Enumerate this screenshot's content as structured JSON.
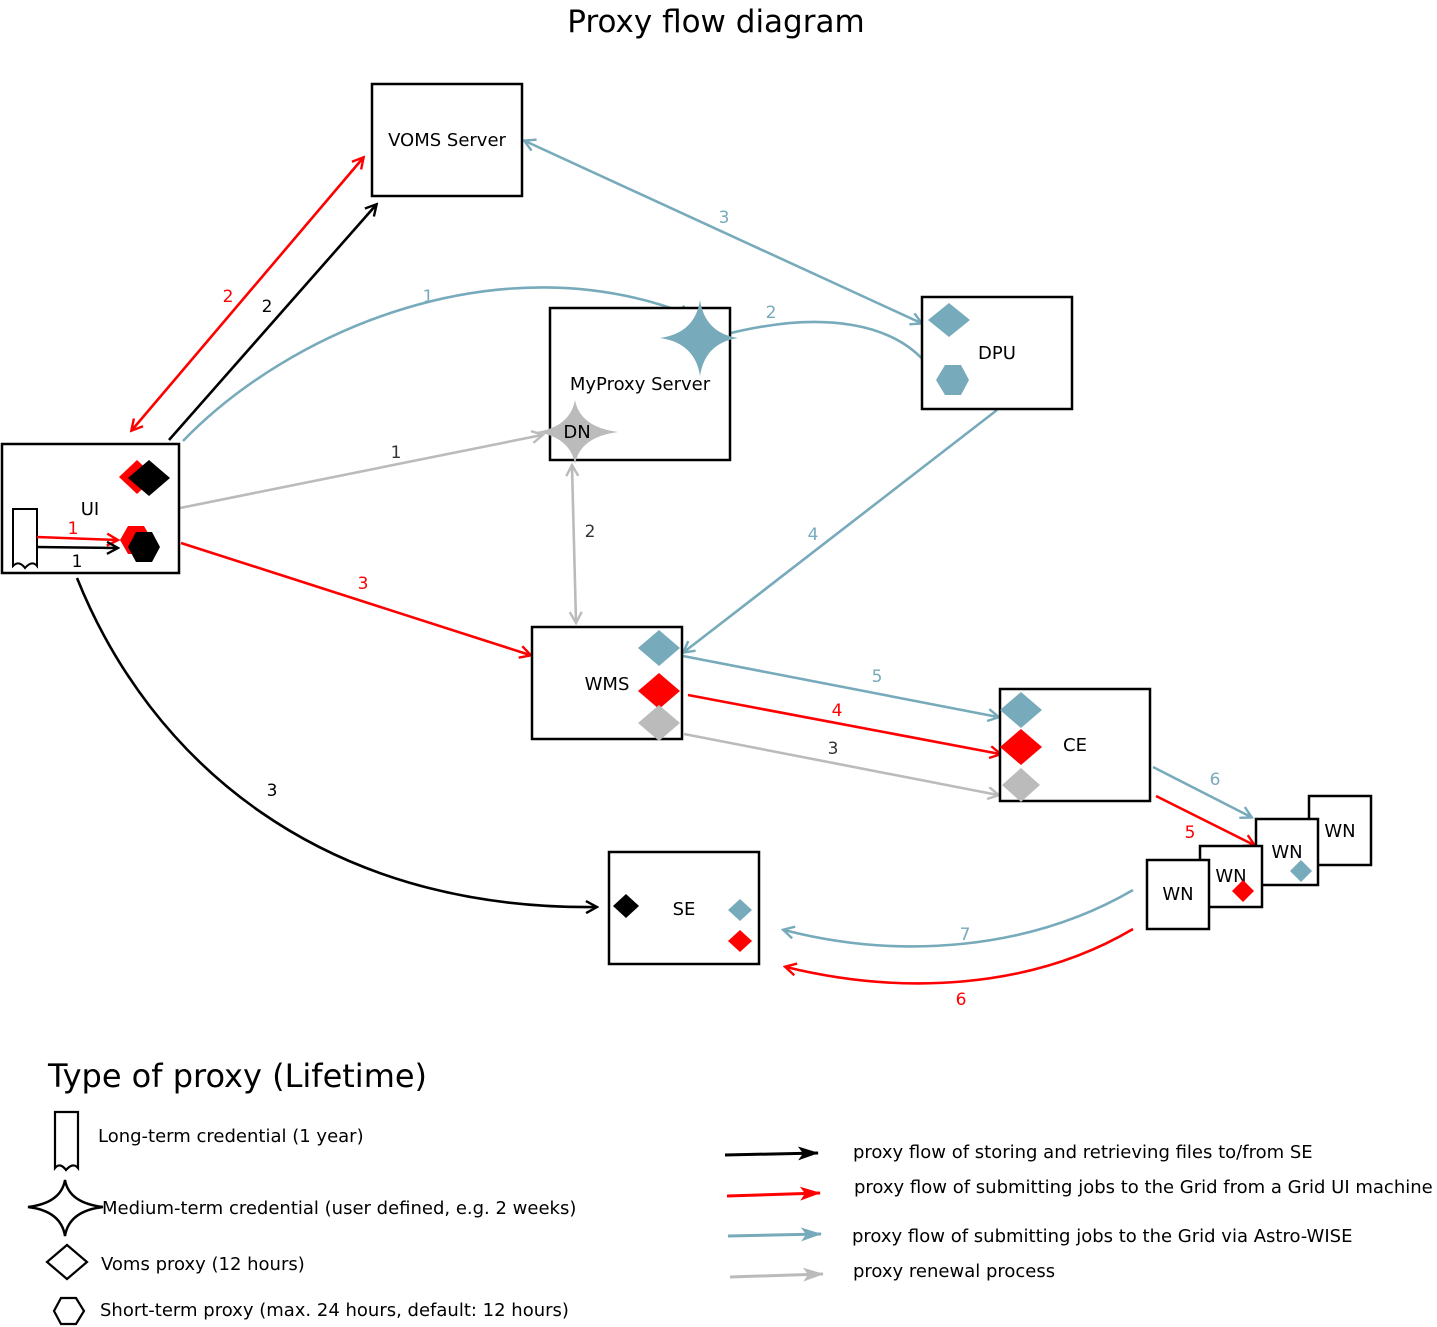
{
  "title": "Proxy flow diagram",
  "colors": {
    "black": "#000000",
    "red": "#ff0000",
    "blue": "#77aabb",
    "gray": "#bbbbbb"
  },
  "nodes": {
    "voms": "VOMS Server",
    "myproxy": "MyProxy Server",
    "dn": "DN",
    "dpu": "DPU",
    "ui": "UI",
    "wms": "WMS",
    "ce": "CE",
    "se": "SE",
    "wn1": "WN",
    "wn2": "WN",
    "wn3": "WN",
    "wn4": "WN"
  },
  "steps": {
    "red_ui_voms": "2",
    "black_ui_voms": "2",
    "blue_ui_myproxy": "1",
    "blue_myproxy_dpu": "2",
    "blue_voms_dpu": "3",
    "gray_ui_myproxy": "1",
    "red_ui_internal": "1",
    "black_ui_internal": "1",
    "gray_myproxy_wms": "2",
    "red_ui_wms": "3",
    "blue_dpu_wms": "4",
    "blue_wms_ce": "5",
    "red_wms_ce": "4",
    "gray_wms_ce": "3",
    "black_ui_se": "3",
    "blue_ce_wn": "6",
    "red_ce_wn": "5",
    "blue_wn_se": "7",
    "red_wn_se": "6"
  },
  "legend": {
    "title": "Type of proxy (Lifetime)",
    "long_term": "Long-term credential (1 year)",
    "medium_term": "Medium-term credential (user defined, e.g. 2 weeks)",
    "voms_proxy": "Voms proxy (12 hours)",
    "short_term": "Short-term proxy (max. 24 hours, default: 12 hours)",
    "flow_black": "proxy flow of storing and retrieving files to/from SE",
    "flow_red": "proxy flow of submitting jobs to the Grid from a Grid UI machine",
    "flow_blue": "proxy flow of submitting jobs to the Grid via Astro-WISE",
    "flow_gray": "proxy renewal process"
  }
}
